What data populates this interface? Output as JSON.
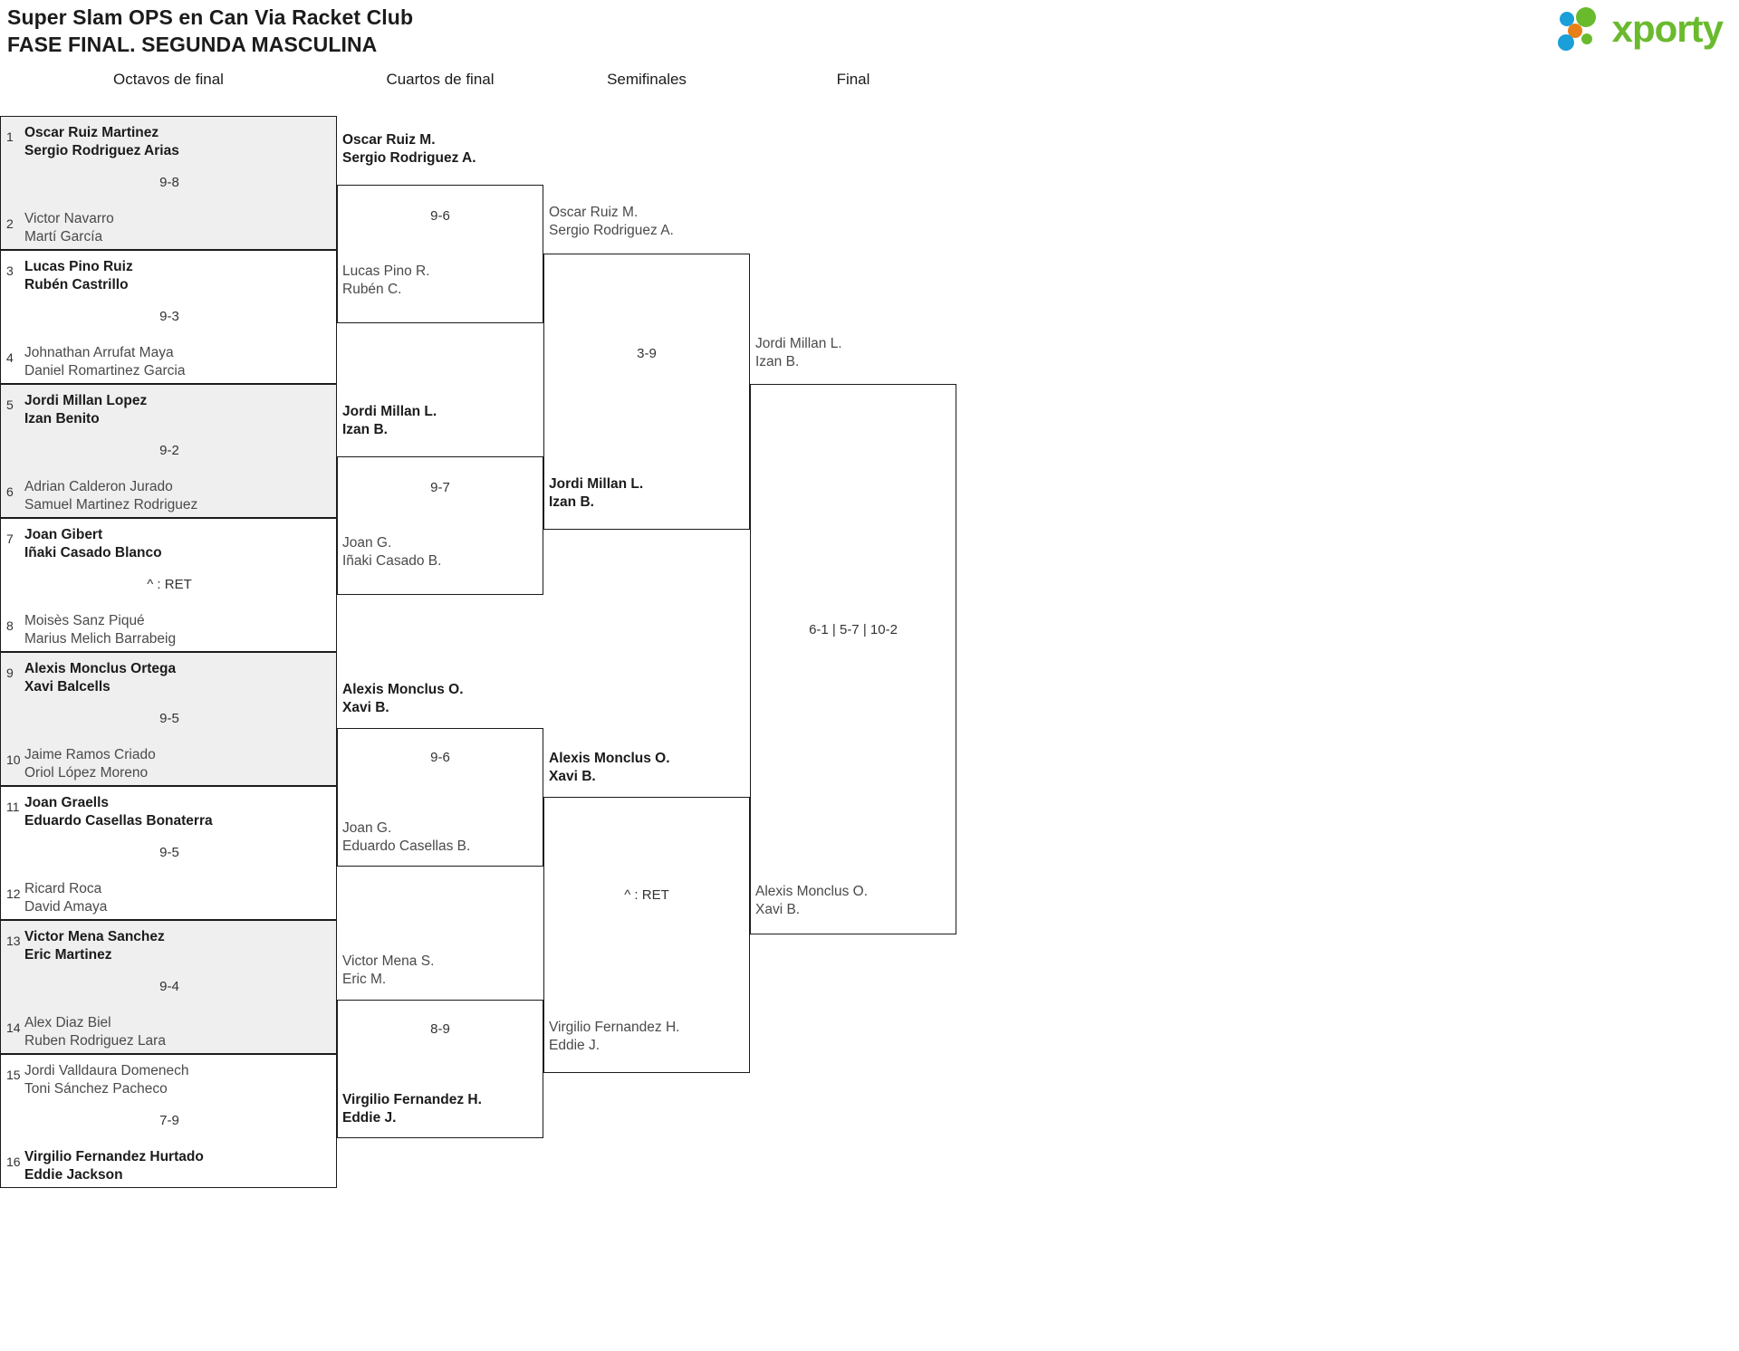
{
  "header": {
    "title_line1": "Super Slam OPS en Can Via Racket Club",
    "title_line2": "FASE FINAL. SEGUNDA MASCULINA",
    "logo_text": "xporty",
    "logo_colors": {
      "green": "#6aba2e",
      "blue": "#1a9fd9",
      "orange": "#e8801a"
    }
  },
  "rounds": [
    {
      "label": "Octavos de final"
    },
    {
      "label": "Cuartos de final"
    },
    {
      "label": "Semifinales"
    },
    {
      "label": "Final"
    }
  ],
  "round1": {
    "matches": [
      {
        "shaded": true,
        "score": "9-8",
        "top": {
          "seed": "1",
          "line1": "Oscar Ruiz Martinez",
          "line2": "Sergio Rodriguez Arias",
          "winner": true
        },
        "bottom": {
          "seed": "2",
          "line1": "Victor Navarro",
          "line2": "Martí García",
          "winner": false
        }
      },
      {
        "shaded": false,
        "score": "9-3",
        "top": {
          "seed": "3",
          "line1": "Lucas Pino Ruiz",
          "line2": "Rubén Castrillo",
          "winner": true
        },
        "bottom": {
          "seed": "4",
          "line1": "Johnathan Arrufat Maya",
          "line2": "Daniel Romartinez Garcia",
          "winner": false
        }
      },
      {
        "shaded": true,
        "score": "9-2",
        "top": {
          "seed": "5",
          "line1": "Jordi Millan Lopez",
          "line2": "Izan Benito",
          "winner": true
        },
        "bottom": {
          "seed": "6",
          "line1": "Adrian Calderon Jurado",
          "line2": "Samuel Martinez Rodriguez",
          "winner": false
        }
      },
      {
        "shaded": false,
        "score": "^ : RET",
        "top": {
          "seed": "7",
          "line1": "Joan Gibert",
          "line2": "Iñaki Casado Blanco",
          "winner": true
        },
        "bottom": {
          "seed": "8",
          "line1": "Moisès Sanz Piqué",
          "line2": "Marius Melich Barrabeig",
          "winner": false
        }
      },
      {
        "shaded": true,
        "score": "9-5",
        "top": {
          "seed": "9",
          "line1": "Alexis Monclus Ortega",
          "line2": "Xavi Balcells",
          "winner": true
        },
        "bottom": {
          "seed": "10",
          "line1": "Jaime Ramos Criado",
          "line2": "Oriol López Moreno",
          "winner": false
        }
      },
      {
        "shaded": false,
        "score": "9-5",
        "top": {
          "seed": "11",
          "line1": "Joan Graells",
          "line2": "Eduardo Casellas Bonaterra",
          "winner": true
        },
        "bottom": {
          "seed": "12",
          "line1": "Ricard Roca",
          "line2": "David Amaya",
          "winner": false
        }
      },
      {
        "shaded": true,
        "score": "9-4",
        "top": {
          "seed": "13",
          "line1": "Victor Mena Sanchez",
          "line2": "Eric Martinez",
          "winner": true
        },
        "bottom": {
          "seed": "14",
          "line1": "Alex Diaz Biel",
          "line2": "Ruben Rodriguez Lara",
          "winner": false
        }
      },
      {
        "shaded": false,
        "score": "7-9",
        "top": {
          "seed": "15",
          "line1": "Jordi Valldaura Domenech",
          "line2": "Toni Sánchez Pacheco",
          "winner": false
        },
        "bottom": {
          "seed": "16",
          "line1": "Virgilio Fernandez Hurtado",
          "line2": "Eddie Jackson",
          "winner": true
        }
      }
    ]
  },
  "round2": {
    "matches": [
      {
        "score": "9-6",
        "top": {
          "line1": "Oscar Ruiz M.",
          "line2": "Sergio Rodriguez A.",
          "winner": true
        },
        "bottom": {
          "line1": "Lucas Pino R.",
          "line2": "Rubén C.",
          "winner": false
        }
      },
      {
        "score": "9-7",
        "top": {
          "line1": "Jordi Millan L.",
          "line2": "Izan B.",
          "winner": true
        },
        "bottom": {
          "line1": "Joan G.",
          "line2": "Iñaki Casado B.",
          "winner": false
        }
      },
      {
        "score": "9-6",
        "top": {
          "line1": "Alexis Monclus O.",
          "line2": "Xavi B.",
          "winner": true
        },
        "bottom": {
          "line1": "Joan G.",
          "line2": "Eduardo Casellas B.",
          "winner": false
        }
      },
      {
        "score": "8-9",
        "top": {
          "line1": "Victor Mena S.",
          "line2": "Eric M.",
          "winner": false
        },
        "bottom": {
          "line1": "Virgilio Fernandez H.",
          "line2": "Eddie J.",
          "winner": true
        }
      }
    ]
  },
  "round3": {
    "matches": [
      {
        "score": "3-9",
        "top": {
          "line1": "Oscar Ruiz M.",
          "line2": "Sergio Rodriguez A.",
          "winner": false
        },
        "bottom": {
          "line1": "Jordi Millan L.",
          "line2": "Izan B.",
          "winner": true
        }
      },
      {
        "score": "^ : RET",
        "top": {
          "line1": "Alexis Monclus O.",
          "line2": "Xavi B.",
          "winner": true
        },
        "bottom": {
          "line1": "Virgilio Fernandez H.",
          "line2": "Eddie J.",
          "winner": false
        }
      }
    ]
  },
  "round4": {
    "matches": [
      {
        "score": "6-1 | 5-7 | 10-2",
        "top": {
          "line1": "Jordi Millan L.",
          "line2": "Izan B.",
          "winner": false
        },
        "bottom": {
          "line1": "Alexis Monclus O.",
          "line2": "Xavi B.",
          "winner": false
        }
      }
    ]
  }
}
